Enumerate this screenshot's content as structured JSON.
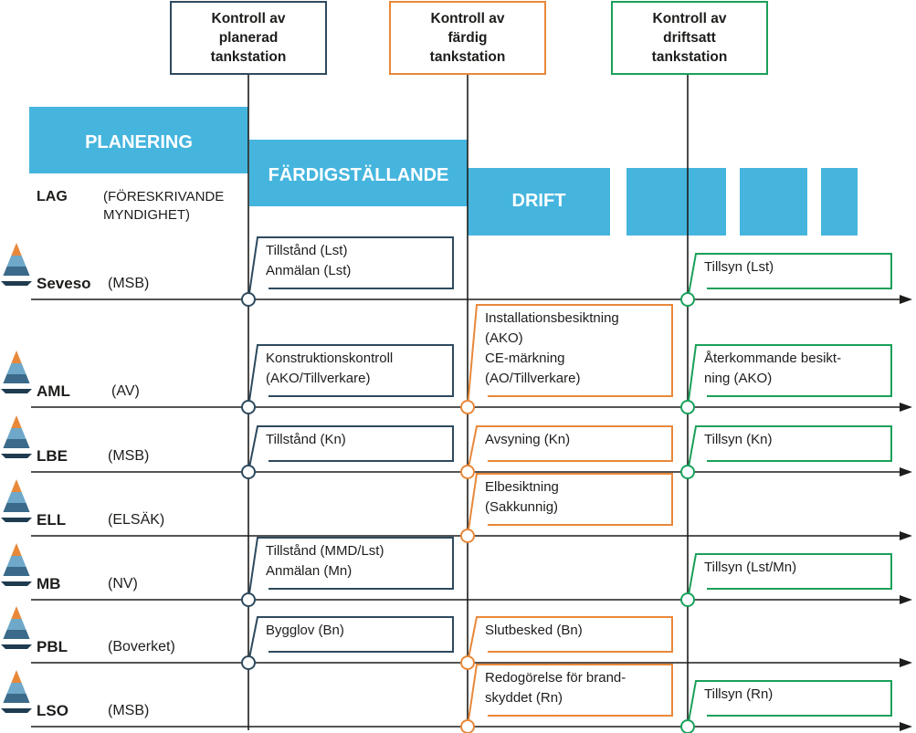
{
  "colors": {
    "planned": "#2d4a5f",
    "finished": "#e8883a",
    "operation": "#1aa05a",
    "phase_fill": "#45b5de",
    "axis": "#1d1d1b"
  },
  "icon": "pyramid-icon",
  "checkpoints": [
    {
      "id": "planned",
      "label": "Kontroll av\nplanerad\ntankstation"
    },
    {
      "id": "finished",
      "label": "Kontroll av\nfärdig\ntankstation"
    },
    {
      "id": "operation",
      "label": "Kontroll av\ndriftsatt\ntankstation"
    }
  ],
  "phases": {
    "planning": "PLANERING",
    "completion": "FÄRDIGSTÄLLANDE",
    "operation": "DRIFT"
  },
  "header": {
    "law": "LAG",
    "authority": "(FÖRESKRIVANDE\nMYNDIGHET)"
  },
  "laws": [
    {
      "name": "Seveso",
      "authority": "(MSB)",
      "planned": "Tillstånd (Lst)\nAnmälan (Lst)",
      "finished": "",
      "operation": "Tillsyn (Lst)"
    },
    {
      "name": "AML",
      "authority": "(AV)",
      "planned": "Konstruktionskontroll\n(AKO/Tillverkare)",
      "finished": "Installationsbesiktning\n(AKO)\nCE-märkning\n(AO/Tillverkare)",
      "operation": "Återkommande besikt-\nning (AKO)"
    },
    {
      "name": "LBE",
      "authority": "(MSB)",
      "planned": "Tillstånd (Kn)",
      "finished": "Avsyning (Kn)",
      "operation": "Tillsyn (Kn)"
    },
    {
      "name": "ELL",
      "authority": "(ELSÄK)",
      "planned": "",
      "finished": "Elbesiktning\n(Sakkunnig)",
      "operation": ""
    },
    {
      "name": "MB",
      "authority": "(NV)",
      "planned": "Tillstånd (MMD/Lst)\nAnmälan (Mn)",
      "finished": "",
      "operation": "Tillsyn (Lst/Mn)"
    },
    {
      "name": "PBL",
      "authority": "(Boverket)",
      "planned": "Bygglov (Bn)",
      "finished": "Slutbesked (Bn)",
      "operation": ""
    },
    {
      "name": "LSO",
      "authority": "(MSB)",
      "planned": "",
      "finished": "Redogörelse för brand-\nskyddet (Rn)",
      "operation": "Tillsyn (Rn)"
    }
  ]
}
